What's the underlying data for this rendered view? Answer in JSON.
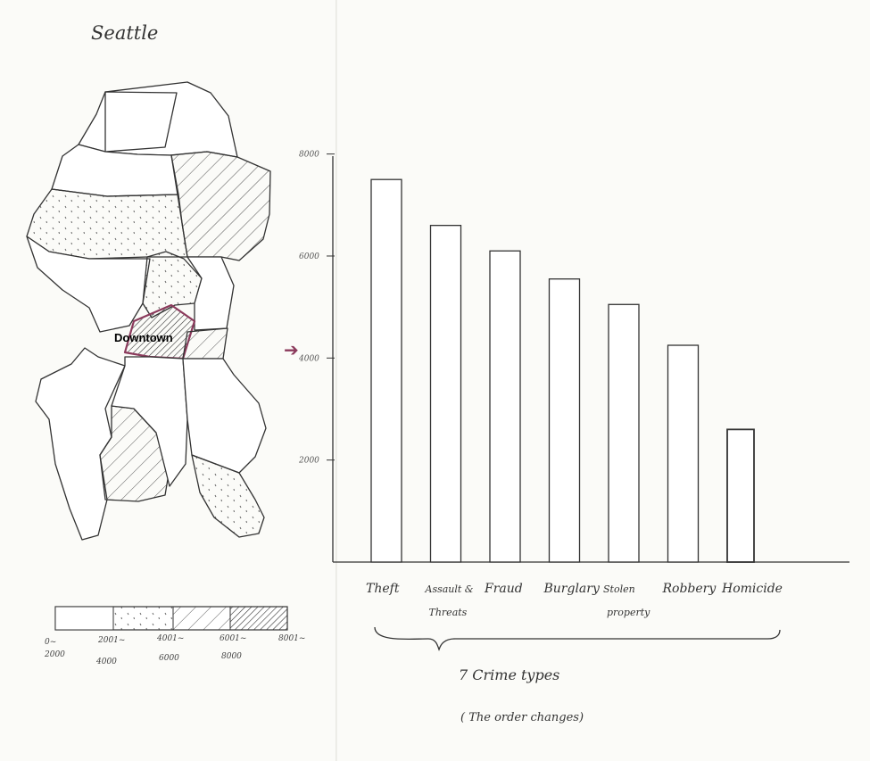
{
  "map": {
    "title": "Seattle",
    "highlight_label": "Downtown",
    "highlight_color": "#8b3a5c",
    "legend": {
      "top_labels": [
        "0~",
        "2001~",
        "4001~",
        "6001~",
        "8001~"
      ],
      "bottom_labels": [
        "2000",
        "4000",
        "6000",
        "8000"
      ]
    }
  },
  "arrow": {
    "glyph": "➔",
    "color": "#8b3a5c"
  },
  "chart_data": {
    "type": "bar",
    "categories": [
      "Theft",
      "Assault & Threats",
      "Fraud",
      "Burglary",
      "Stolen property",
      "Robbery",
      "Homicide"
    ],
    "category_lines": [
      [
        "Theft"
      ],
      [
        "Assault &",
        "Threats"
      ],
      [
        "Fraud"
      ],
      [
        "Burglary"
      ],
      [
        "Stolen",
        "property"
      ],
      [
        "Robbery"
      ],
      [
        "Homicide"
      ]
    ],
    "values": [
      7500,
      6600,
      6100,
      5550,
      5050,
      4250,
      2600
    ],
    "ytick_labels": [
      "8000",
      "6000",
      "4000",
      "2000"
    ],
    "ytick_values": [
      8000,
      6000,
      4000,
      2000
    ],
    "ylim": [
      0,
      8000
    ],
    "grid": false
  },
  "notes": {
    "crime_types": "7  Crime      types",
    "order_note": "( The order changes)"
  }
}
